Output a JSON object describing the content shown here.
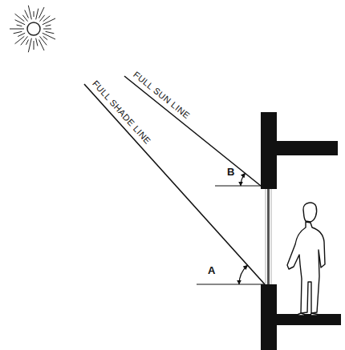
{
  "diagram": {
    "labels": [
      "FULL SUN LINE",
      "FULL SHADE LINE",
      "B",
      "A"
    ]
  }
}
